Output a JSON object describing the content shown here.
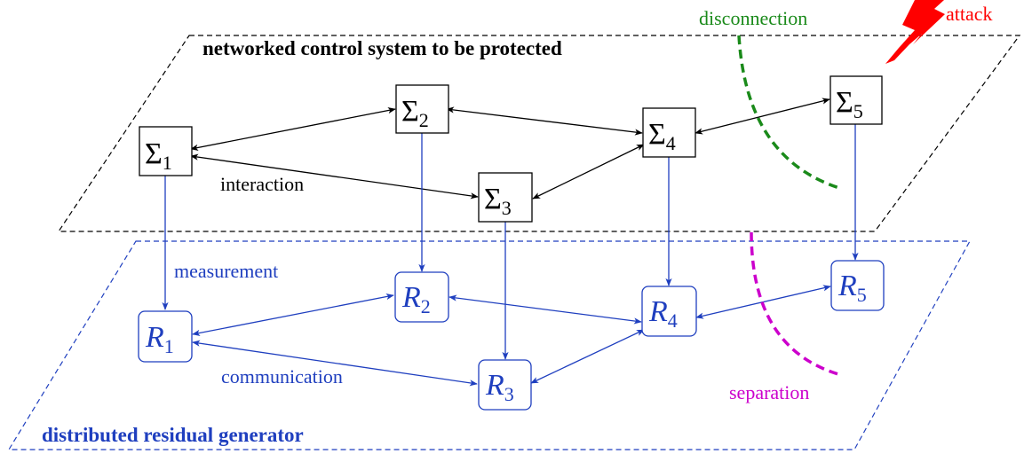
{
  "colors": {
    "black": "#000000",
    "blue": "#1f3fbf",
    "green": "#1a8a1a",
    "magenta": "#cc00cc",
    "red": "#ff0000"
  },
  "top_plane": {
    "title": "networked control system to be protected"
  },
  "bottom_plane": {
    "title": "distributed residual generator"
  },
  "subsystems": [
    {
      "symbol": "Σ",
      "index": "1"
    },
    {
      "symbol": "Σ",
      "index": "2"
    },
    {
      "symbol": "Σ",
      "index": "3"
    },
    {
      "symbol": "Σ",
      "index": "4"
    },
    {
      "symbol": "Σ",
      "index": "5"
    }
  ],
  "residual_generators": [
    {
      "symbol": "R",
      "index": "1"
    },
    {
      "symbol": "R",
      "index": "2"
    },
    {
      "symbol": "R",
      "index": "3"
    },
    {
      "symbol": "R",
      "index": "4"
    },
    {
      "symbol": "R",
      "index": "5"
    }
  ],
  "labels": {
    "interaction": "interaction",
    "measurement": "measurement",
    "communication": "communication",
    "disconnection": "disconnection",
    "separation": "separation",
    "attack": "attack"
  },
  "icons": {
    "attack": "lightning-bolt-icon"
  }
}
